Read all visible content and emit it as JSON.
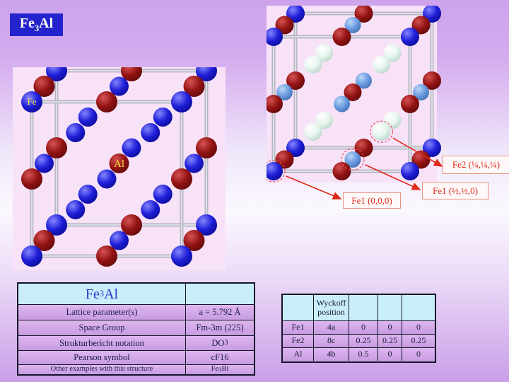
{
  "title": {
    "pre": "Fe",
    "sub": "3",
    "post": "Al"
  },
  "palette": {
    "title_box_bg": "#2424ce",
    "title_text": "#fffff0",
    "panel_pink": "#f8e2f8",
    "frame_gray": "#b6b6c2",
    "frame_highlight": "#e9e9f0",
    "annotation_red": "#e02818",
    "atom_label_yellow": "#f2e23a",
    "table_header_cyan": "#c9eefa",
    "table_row_purple_top": "#deb6ef",
    "table_row_purple_bottom": "#c79ce1"
  },
  "sphere_colors": {
    "blue": {
      "hi": "#8585ff",
      "mid": "#1f1fd8",
      "lo": "#000078"
    },
    "red": {
      "hi": "#d65252",
      "mid": "#931313",
      "lo": "#4a0505"
    },
    "ltblue": {
      "hi": "#bcd7f8",
      "mid": "#6b9ce0",
      "lo": "#2d5a9a"
    },
    "white": {
      "hi": "#ffffff",
      "mid": "#e7f6ee",
      "lo": "#9fc3b4"
    }
  },
  "left_structure": {
    "site_colors": {
      "corner": "blue",
      "edge": "red",
      "face": "blue",
      "body": "red",
      "inner": "blue"
    },
    "atom_labels": [
      {
        "text": "Fe"
      },
      {
        "text": "Al"
      }
    ]
  },
  "right_structure": {
    "site_colors": {
      "corner": "blue",
      "edge": "red",
      "face": "ltblue",
      "body": "red",
      "inner": "white"
    },
    "annotations": [
      {
        "text": "Fe2 (¼,¼,¼)"
      },
      {
        "text": "Fe1 (½,½,0)"
      },
      {
        "text": "Fe1 (0,0,0)"
      }
    ]
  },
  "info_table": {
    "title": {
      "pre": "Fe",
      "sub": "3",
      "post": "Al"
    },
    "rows": [
      {
        "label": "Lattice parameter(s)",
        "value": "a = 5.792 Å"
      },
      {
        "label": "Space Group",
        "value": "Fm-3m (225)"
      },
      {
        "label": "Strukturbericht notation",
        "value": {
          "pre": "DO",
          "sub": "3",
          "post": ""
        }
      },
      {
        "label": "Pearson symbol",
        "value": "cF16"
      },
      {
        "label": "Other examples with this structure",
        "value": {
          "pre": "Fe",
          "sub": "3",
          "post": "Bi"
        }
      }
    ]
  },
  "wyckoff_table": {
    "header_col2": "Wyckoff position",
    "rows": [
      {
        "cells": [
          "Fe1",
          "4a",
          "0",
          "0",
          "0"
        ]
      },
      {
        "cells": [
          "Fe2",
          "8c",
          "0.25",
          "0.25",
          "0.25"
        ]
      },
      {
        "cells": [
          "Al",
          "4b",
          "0.5",
          "0",
          "0"
        ]
      }
    ]
  }
}
